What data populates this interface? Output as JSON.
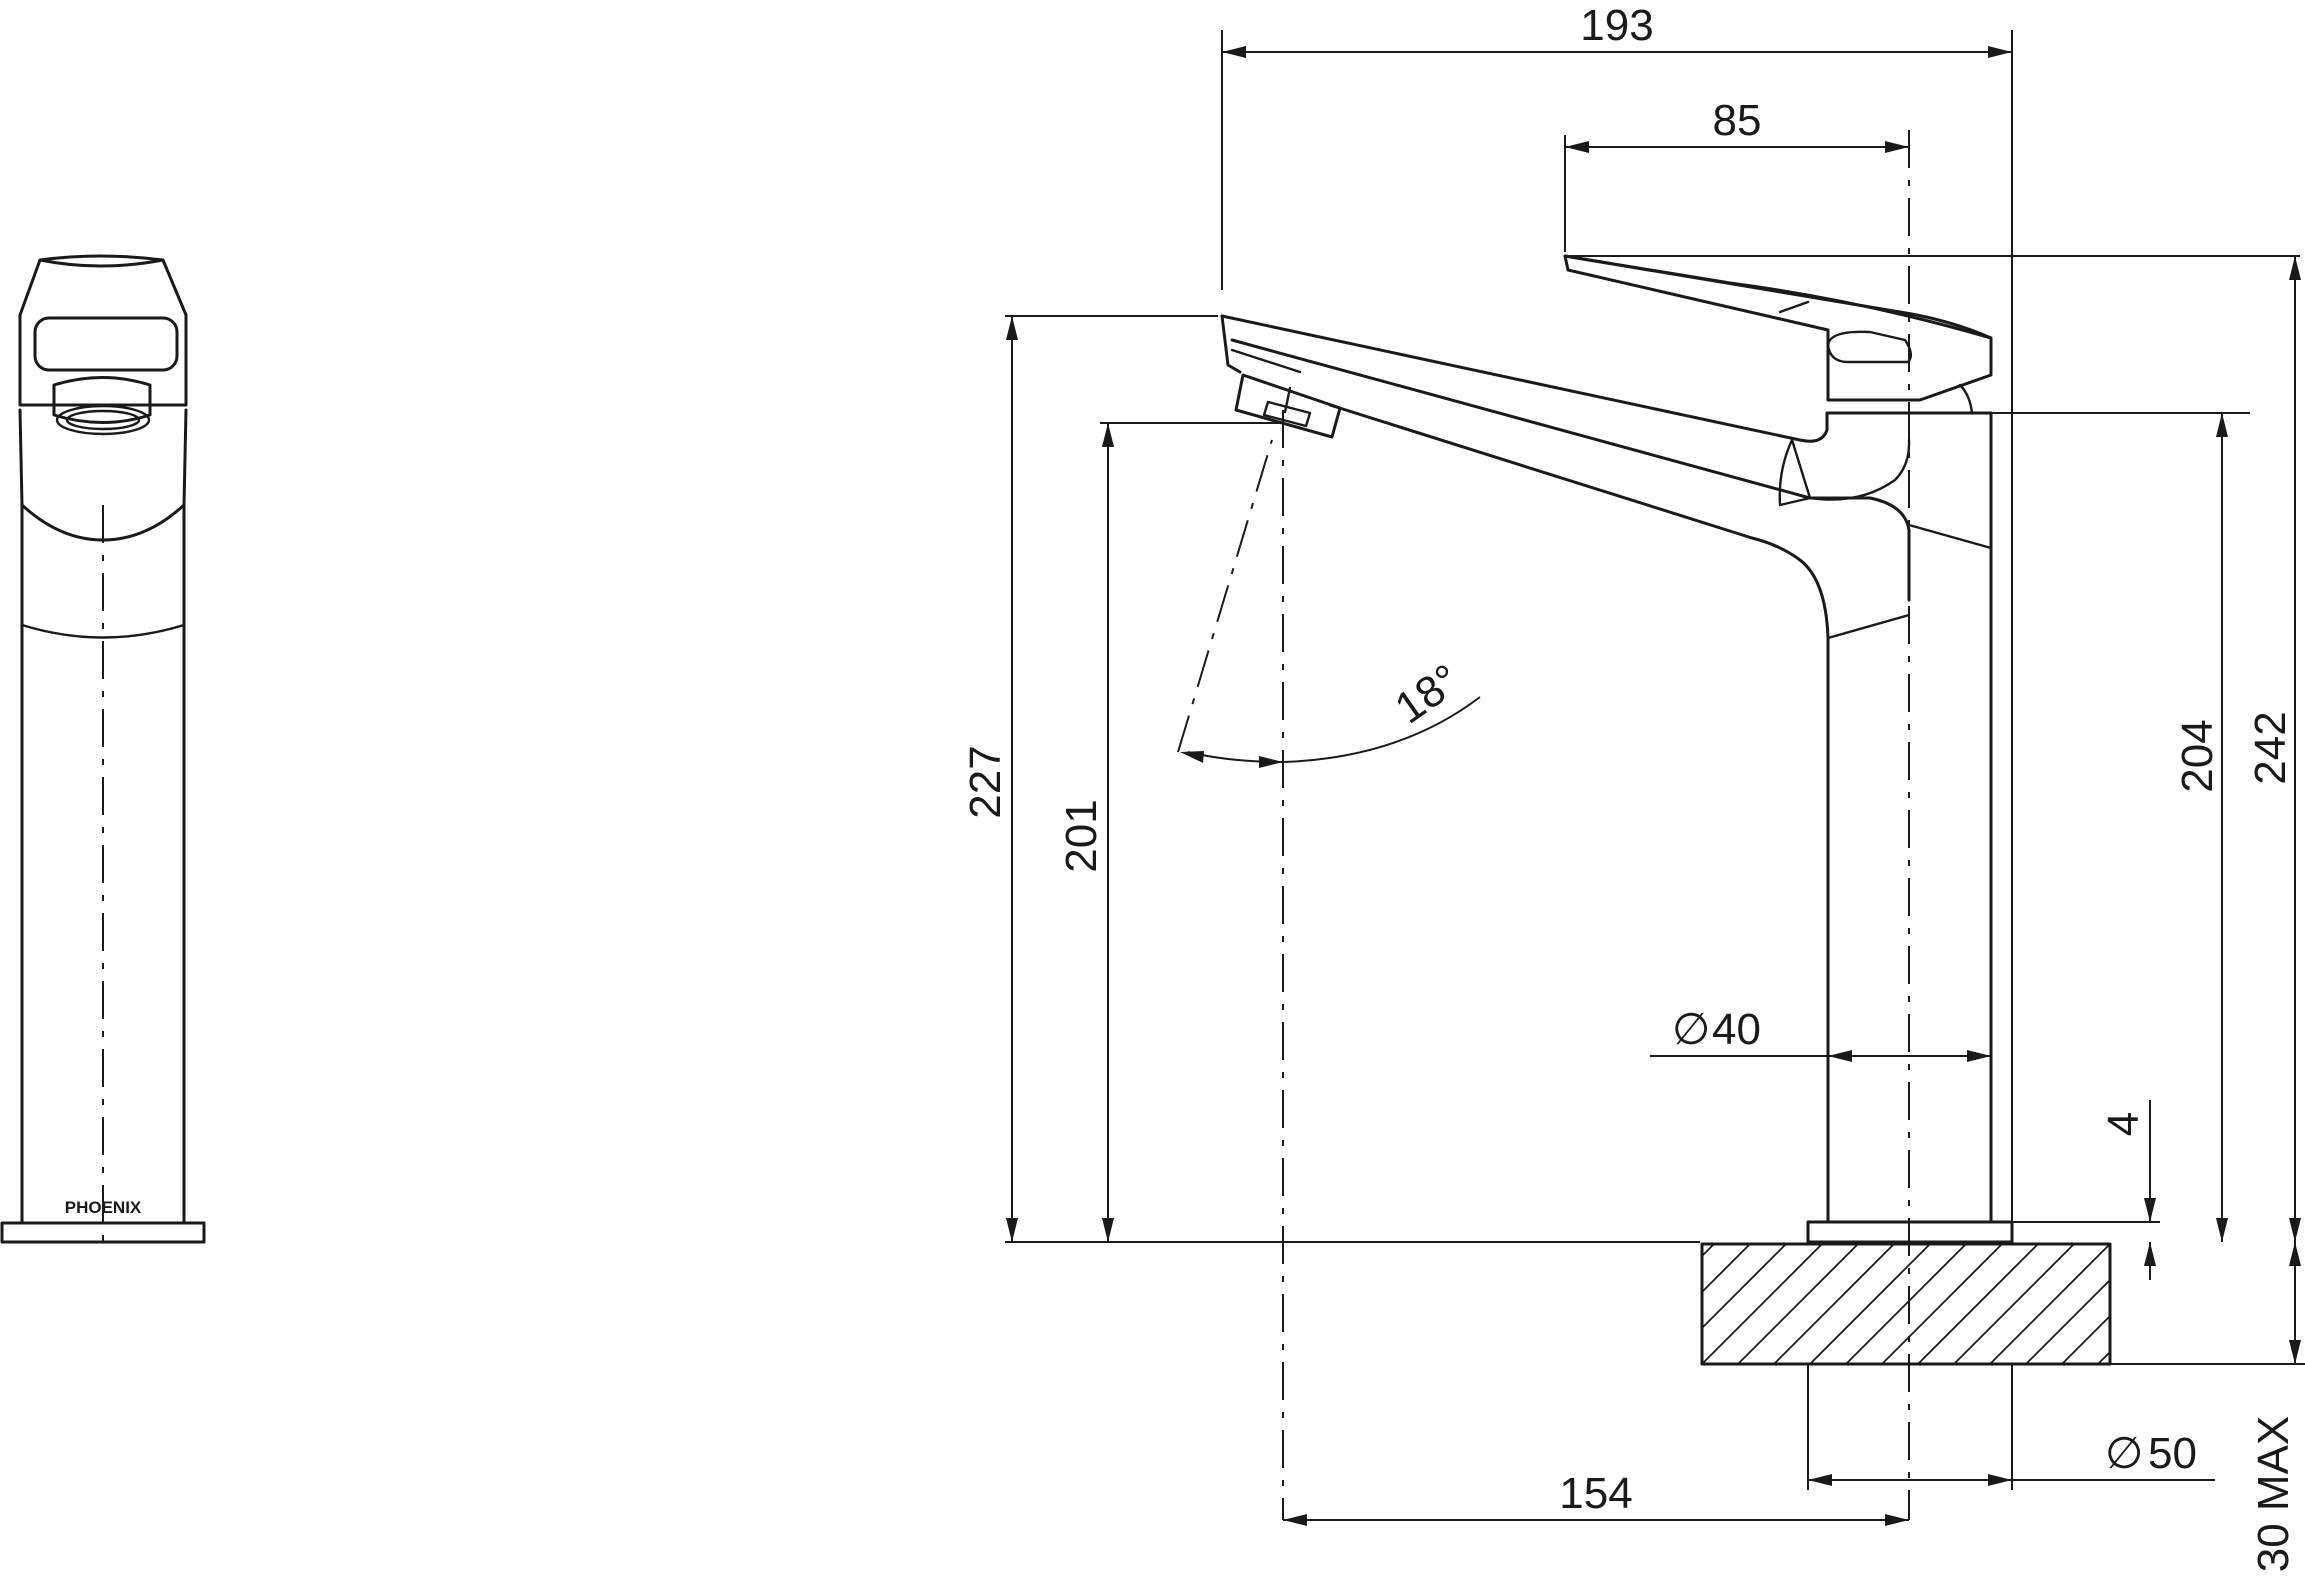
{
  "brand": "PHOENIX",
  "dimensions": {
    "overall_reach": "193",
    "handle_reach": "85",
    "spout_to_center": "154",
    "spout_height": "227",
    "outlet_height": "201",
    "body_height": "204",
    "overall_height": "242",
    "base_thickness": "4",
    "mounting_depth": "30 MAX",
    "body_diameter": "40",
    "base_diameter": "50",
    "spray_angle": "18°"
  },
  "symbols": {
    "diameter": "∅"
  }
}
